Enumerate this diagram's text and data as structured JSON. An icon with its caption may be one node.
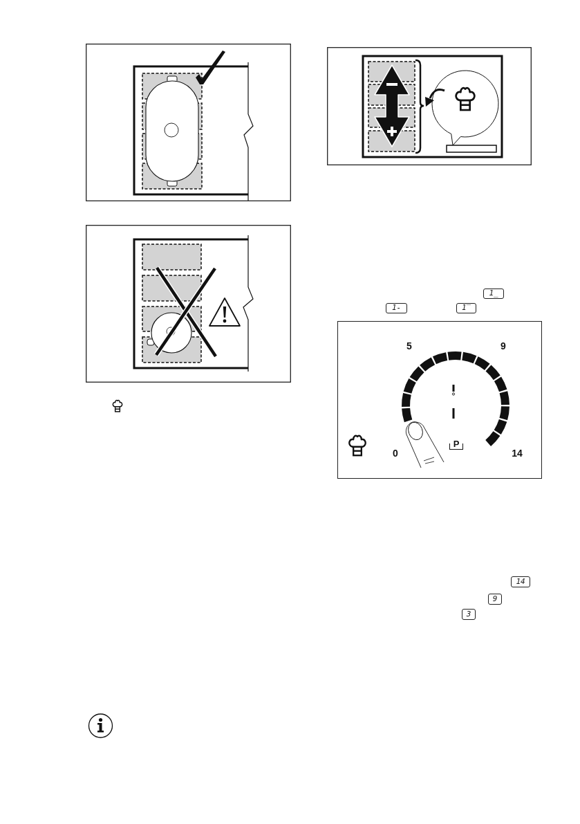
{
  "diagram": {
    "nodes": [
      {
        "text": [
          "1_"
        ]
      },
      {
        "text": [
          "1-"
        ]
      },
      {
        "text": [
          "1‾"
        ]
      },
      {
        "text": [
          "14"
        ]
      },
      {
        "text": [
          "9"
        ]
      },
      {
        "text": [
          "3"
        ]
      }
    ],
    "labels": [
      "5",
      "9",
      "0",
      "P",
      "14"
    ]
  }
}
